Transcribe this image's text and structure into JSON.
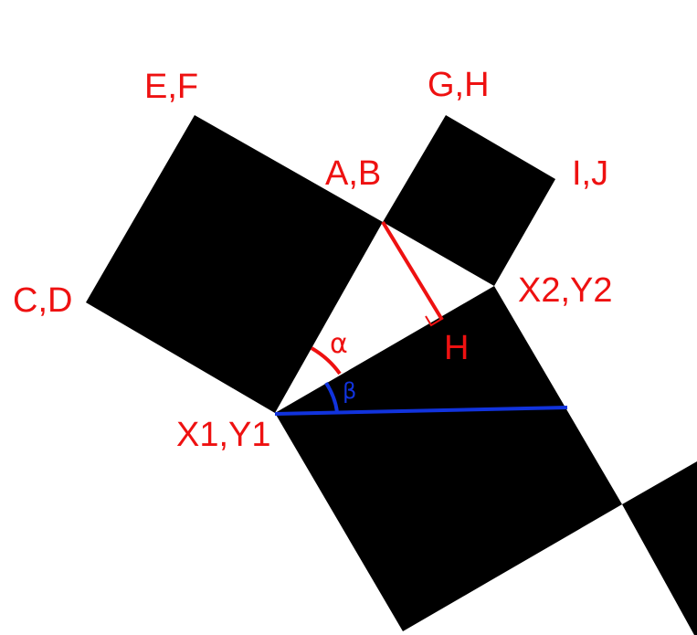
{
  "labels": {
    "ef": "E,F",
    "gh": "G,H",
    "ab": "A,B",
    "ij": "I,J",
    "cd": "C,D",
    "x2y2": "X2,Y2",
    "h": "H",
    "alpha": "α",
    "beta": "β",
    "x1y1": "X1,Y1"
  },
  "colors": {
    "square_fill": "#000000",
    "label_red": "#ee1111",
    "angle_alpha": "#ee1111",
    "angle_beta": "#1133dd",
    "perpendicular_line": "#ee1111",
    "horizontal_line": "#1133dd",
    "background": "#ffffff"
  }
}
